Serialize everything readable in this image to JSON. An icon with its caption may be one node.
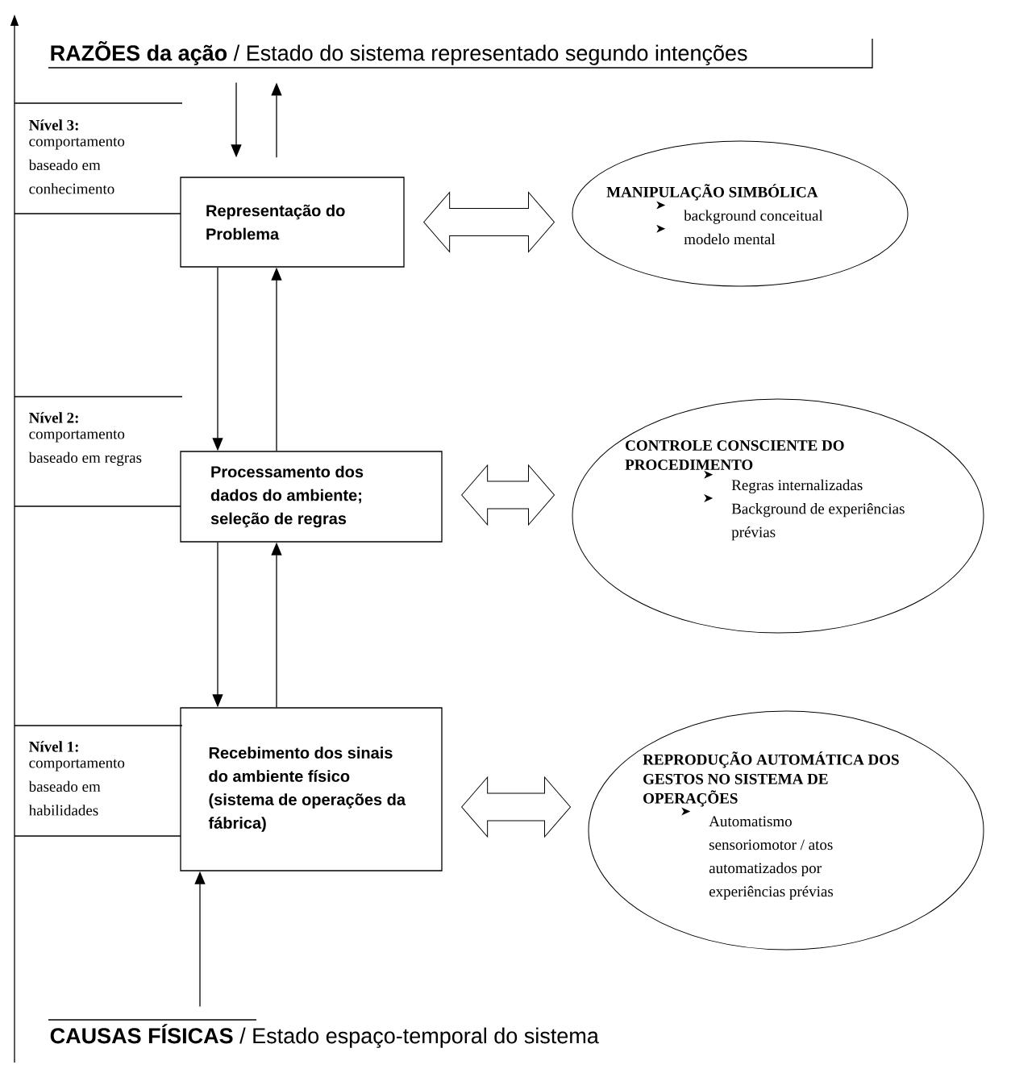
{
  "diagram": {
    "nodes": [
      {
        "text": [
          "**RAZÕES da ação** / Estado do sistema representado segundo intenções"
        ]
      },
      {
        "text": [
          "Representação do Problema"
        ]
      },
      {
        "text": [
          "MANIPULAÇÃO SIMBÓLICA",
          "background conceitual",
          "modelo mental"
        ]
      },
      {
        "text": [
          "Processamento dos dados do ambiente; seleção de regras"
        ]
      },
      {
        "text": [
          "CONTROLE CONSCIENTE DO PROCEDIMENTO",
          "Regras internalizadas",
          "Background de experiências prévias"
        ]
      },
      {
        "text": [
          "Recebimento dos sinais do ambiente físico (sistema de operações da fábrica)"
        ]
      },
      {
        "text": [
          "REPRODUÇÃO AUTOMÁTICA DOS GESTOS NO SISTEMA DE OPERAÇÕES",
          "Automatismo sensoriomotor / atos automatizados por experiências prévias"
        ]
      },
      {
        "text": [
          "**CAUSAS FÍSICAS** / Estado espaço-temporal do sistema"
        ]
      }
    ],
    "edges": [
      {
        "from": 0,
        "to": 1,
        "arrow": "to"
      },
      {
        "from": 1,
        "to": 0,
        "arrow": "to"
      },
      {
        "from": 1,
        "to": 2,
        "arrow": "both"
      },
      {
        "from": 1,
        "to": 3,
        "arrow": "to"
      },
      {
        "from": 3,
        "to": 1,
        "arrow": "to"
      },
      {
        "from": 3,
        "to": 4,
        "arrow": "both"
      },
      {
        "from": 3,
        "to": 5,
        "arrow": "to"
      },
      {
        "from": 5,
        "to": 3,
        "arrow": "to"
      },
      {
        "from": 5,
        "to": 6,
        "arrow": "both"
      },
      {
        "from": 7,
        "to": 5,
        "arrow": "to"
      }
    ],
    "labels": [
      "Nível 3:",
      "comportamento baseado em conhecimento",
      "Nível 2:",
      "comportamento baseado em regras",
      "Nível 1:",
      "comportamento baseado em habilidades"
    ]
  }
}
